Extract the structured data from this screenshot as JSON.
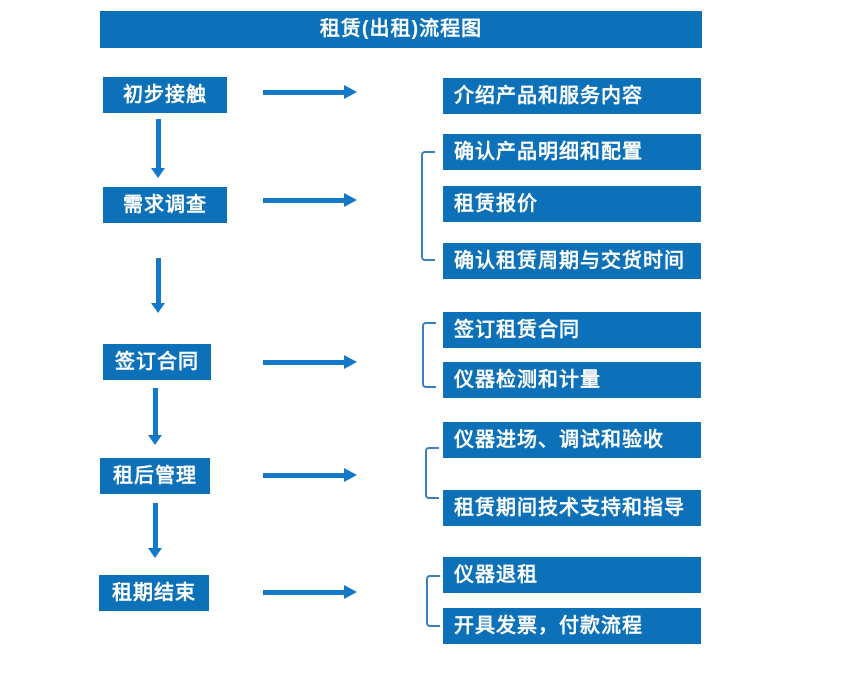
{
  "title": "租赁(出租)流程图",
  "colors": {
    "box_fill": "#0c71b8",
    "arrow": "#1478c8",
    "bracket": "#3a7fc1",
    "text": "#ffffff",
    "background": "#ffffff"
  },
  "steps": [
    {
      "label": "初步接触",
      "outputs": [
        "介绍产品和服务内容"
      ]
    },
    {
      "label": "需求调查",
      "outputs": [
        "确认产品明细和配置",
        "租赁报价",
        "确认租赁周期与交货时间"
      ]
    },
    {
      "label": "签订合同",
      "outputs": [
        "签订租赁合同",
        "仪器检测和计量"
      ]
    },
    {
      "label": "租后管理",
      "outputs": [
        "仪器进场、调试和验收",
        "租赁期间技术支持和指导"
      ]
    },
    {
      "label": "租期结束",
      "outputs": [
        "仪器退租",
        "开具发票，付款流程"
      ]
    }
  ]
}
